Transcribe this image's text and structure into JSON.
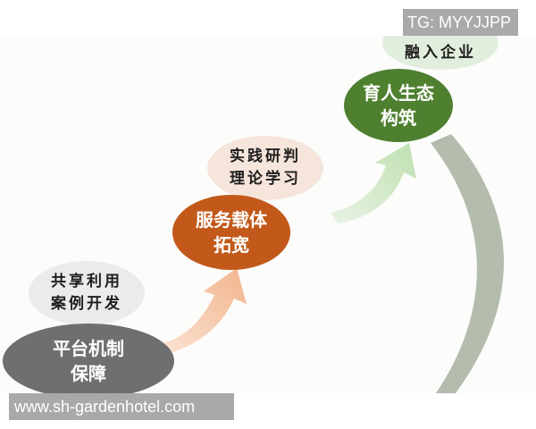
{
  "diagram": {
    "type": "cycle-progression",
    "colors": {
      "stage1": "#6f6f6f",
      "stage2": "#c2591a",
      "stage3": "#4f8030",
      "bubble1": "#ebebea",
      "bubble2": "#f6e5db",
      "bubble3": "#e2eedd",
      "arrow1": "#f4c3a3",
      "arrow2": "#cde6c3",
      "return_arc": "#b3bcad"
    },
    "stages": [
      {
        "title_line1": "平台机制",
        "title_line2": "保障",
        "note_line1": "共享利用",
        "note_line2": "案例开发"
      },
      {
        "title_line1": "服务载体",
        "title_line2": "拓宽",
        "note_line1": "实践研判",
        "note_line2": "理论学习"
      },
      {
        "title_line1": "育人生态",
        "title_line2": "构筑",
        "note_line1": "融入企业"
      }
    ],
    "edges": [
      {
        "from": "平台机制保障",
        "to": "服务载体拓宽"
      },
      {
        "from": "服务载体拓宽",
        "to": "育人生态构筑"
      },
      {
        "from": "育人生态构筑",
        "to": "平台机制保障",
        "style": "return-arc"
      }
    ]
  },
  "watermarks": {
    "top_right": "TG: MYYJJPP",
    "bottom_left": "www.sh-gardenhotel.com"
  }
}
